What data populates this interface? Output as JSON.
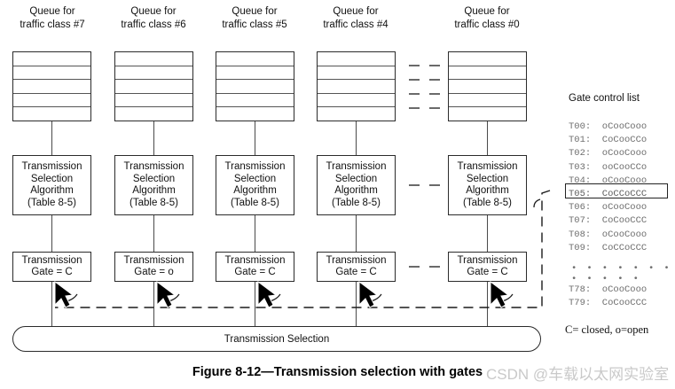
{
  "figure": {
    "caption": "Figure 8-12—Transmission selection with gates",
    "watermark": "CSDN @车载以太网实验室"
  },
  "columns": [
    {
      "header_line1": "Queue for",
      "header_line2": "traffic class #7",
      "queue_cells": 5,
      "tsa": {
        "line1": "Transmission",
        "line2": "Selection",
        "line3": "Algorithm",
        "line4": "(Table 8-5)"
      },
      "gate": {
        "line1": "Transmission",
        "line2": "Gate = C"
      },
      "gate_state": "C"
    },
    {
      "header_line1": "Queue for",
      "header_line2": "traffic class #6",
      "queue_cells": 5,
      "tsa": {
        "line1": "Transmission",
        "line2": "Selection",
        "line3": "Algorithm",
        "line4": "(Table 8-5)"
      },
      "gate": {
        "line1": "Transmission",
        "line2": "Gate = o"
      },
      "gate_state": "o"
    },
    {
      "header_line1": "Queue for",
      "header_line2": "traffic class #5",
      "queue_cells": 5,
      "tsa": {
        "line1": "Transmission",
        "line2": "Selection",
        "line3": "Algorithm",
        "line4": "(Table 8-5)"
      },
      "gate": {
        "line1": "Transmission",
        "line2": "Gate = C"
      },
      "gate_state": "C"
    },
    {
      "header_line1": "Queue for",
      "header_line2": "traffic class #4",
      "queue_cells": 5,
      "tsa": {
        "line1": "Transmission",
        "line2": "Selection",
        "line3": "Algorithm",
        "line4": "(Table 8-5)"
      },
      "gate": {
        "line1": "Transmission",
        "line2": "Gate = C"
      },
      "gate_state": "C"
    },
    {
      "header_line1": "Queue for",
      "header_line2": "traffic class #0",
      "queue_cells": 5,
      "tsa": {
        "line1": "Transmission",
        "line2": "Selection",
        "line3": "Algorithm",
        "line4": "(Table 8-5)"
      },
      "gate": {
        "line1": "Transmission",
        "line2": "Gate = C"
      },
      "gate_state": "C"
    }
  ],
  "ellipsis": {
    "glyph": "–"
  },
  "transmission_selection": {
    "label": "Transmission Selection"
  },
  "gate_control_list": {
    "title": "Gate control list",
    "entries": [
      {
        "time": "T00:",
        "states": "oCooCooo",
        "highlighted": false
      },
      {
        "time": "T01:",
        "states": "CoCooCCo",
        "highlighted": false
      },
      {
        "time": "T02:",
        "states": "oCooCooo",
        "highlighted": false
      },
      {
        "time": "T03:",
        "states": "ooCooCCo",
        "highlighted": false
      },
      {
        "time": "T04:",
        "states": "oCooCooo",
        "highlighted": false
      },
      {
        "time": "T05:",
        "states": "CoCCoCCC",
        "highlighted": true
      },
      {
        "time": "T06:",
        "states": "oCooCooo",
        "highlighted": false
      },
      {
        "time": "T07:",
        "states": "CoCooCCC",
        "highlighted": false
      },
      {
        "time": "T08:",
        "states": "oCooCooo",
        "highlighted": false
      },
      {
        "time": "T09:",
        "states": "CoCCoCCC",
        "highlighted": false
      }
    ],
    "dots": "• • • • • • • • • • • •",
    "tail_entries": [
      {
        "time": "T78:",
        "states": "oCooCooo",
        "highlighted": false
      },
      {
        "time": "T79:",
        "states": "CoCooCCC",
        "highlighted": false
      }
    ],
    "legend": "C= closed, o=open"
  }
}
